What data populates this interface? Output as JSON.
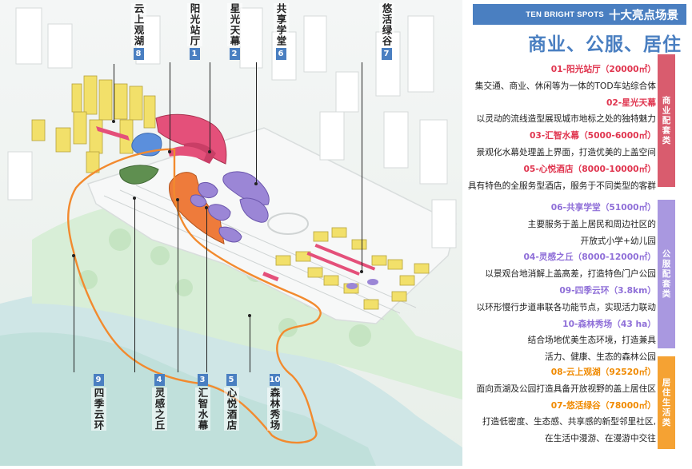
{
  "header": {
    "title_en": "TEN BRIGHT SPOTS",
    "title_cn": "十大亮点场景",
    "subtitle": "商业、公服、居住",
    "accent": "#4a7fc1"
  },
  "map_labels": [
    {
      "num": "8",
      "text": "云上观湖"
    },
    {
      "num": "1",
      "text": "阳光站厅"
    },
    {
      "num": "2",
      "text": "星光天幕"
    },
    {
      "num": "6",
      "text": "共享学堂"
    },
    {
      "num": "7",
      "text": "悠活绿谷"
    },
    {
      "num": "9",
      "text": "四季云环"
    },
    {
      "num": "4",
      "text": "灵感之丘"
    },
    {
      "num": "3",
      "text": "汇智水幕"
    },
    {
      "num": "5",
      "text": "心悦酒店"
    },
    {
      "num": "10",
      "text": "森林秀场"
    }
  ],
  "sections": [
    {
      "band": "商业配套类",
      "color": "#d95c6e",
      "lines": [
        {
          "text": "01-阳光站厅（20000㎡）",
          "heading": true
        },
        {
          "text": "集交通、商业、休闲等为一体的TOD车站综合体",
          "heading": false
        },
        {
          "text": "02-星光天幕",
          "heading": true
        },
        {
          "text": "以灵动的流线造型展现城市地标之处的独特魅力",
          "heading": false
        },
        {
          "text": "03-汇智水幕（5000-6000㎡）",
          "heading": true
        },
        {
          "text": "景观化水幕处理盖上界面，打造优美的上盖空间",
          "heading": false
        },
        {
          "text": "05-心悦酒店（8000-10000㎡）",
          "heading": true
        },
        {
          "text": "具有特色的全服务型酒店，服务于不同类型的客群",
          "heading": false
        }
      ]
    },
    {
      "band": "公服配套类",
      "color": "#a998e0",
      "lines": [
        {
          "text": "06-共享学堂（51000㎡）",
          "heading": true
        },
        {
          "text": "主要服务于盖上居民和周边社区的",
          "heading": false
        },
        {
          "text": "开放式小学+幼儿园",
          "heading": false
        },
        {
          "text": "04-灵感之丘（8000-12000㎡）",
          "heading": true
        },
        {
          "text": "以景观台地消解上盖高差，打造特色门户公园",
          "heading": false
        },
        {
          "text": "09-四季云环（3.8km）",
          "heading": true
        },
        {
          "text": "以环形慢行步道串联各功能节点，实现活力联动",
          "heading": false
        },
        {
          "text": "10-森林秀场（43 ha）",
          "heading": true
        },
        {
          "text": "结合场地优美生态环境，打造兼具",
          "heading": false
        },
        {
          "text": "活力、健康、生态的森林公园",
          "heading": false
        }
      ]
    },
    {
      "band": "居住生活类",
      "color": "#f5a233",
      "lines": [
        {
          "text": "08-云上观湖（92520㎡）",
          "heading": true
        },
        {
          "text": "面向贡湖及公园打造具备开放视野的盖上居住区",
          "heading": false
        },
        {
          "text": "07-悠活绿谷（78000㎡）",
          "heading": true
        },
        {
          "text": "打造低密度、生态感、共享感的新型邻里社区,",
          "heading": false
        },
        {
          "text": "在生活中漫游、在漫游中交往",
          "heading": false
        }
      ]
    }
  ],
  "colors": {
    "commercial": "#d95c6e",
    "public": "#a998e0",
    "residential": "#f5a233",
    "heading_commercial": "#e0354f",
    "heading_public": "#8f6fd8",
    "heading_residential": "#f08a00",
    "loop": "#f28a2e",
    "residential_bldg": "#f2e06a",
    "school_purple": "#9b86d6",
    "station_pink": "#e4507a",
    "water_blue": "#5b8fdc",
    "green_hill": "#5f8f50"
  }
}
